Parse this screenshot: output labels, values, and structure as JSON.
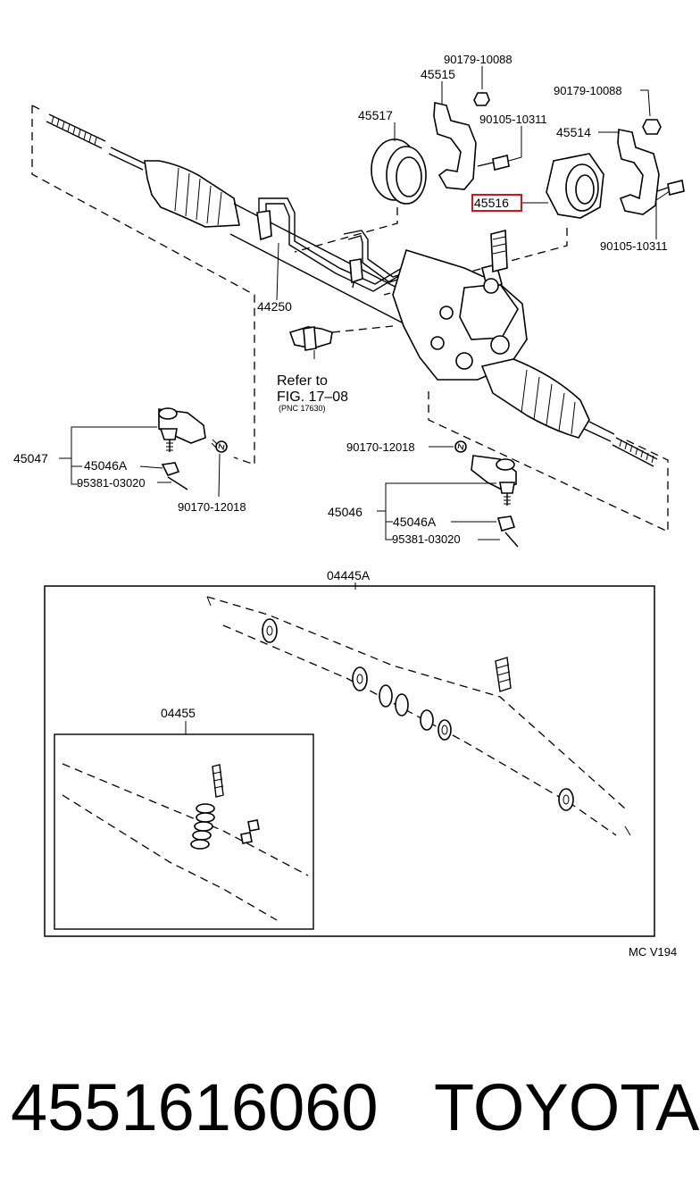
{
  "labels": {
    "l_90179_10088_a": "90179-10088",
    "l_45515": "45515",
    "l_90179_10088_b": "90179-10088",
    "l_45517": "45517",
    "l_90105_10311_a": "90105-10311",
    "l_45514": "45514",
    "l_45516": "45516",
    "l_90105_10311_b": "90105-10311",
    "l_44250": "44250",
    "refer_to": "Refer to",
    "fig_ref": "FIG. 17–08",
    "pnc_ref": "(PNC 17630)",
    "l_45047": "45047",
    "l_45046A_left": "45046A",
    "l_95381_left": "95381-03020",
    "l_90170_left": "90170-12018",
    "l_90170_right": "90170-12018",
    "l_45046": "45046",
    "l_45046A_right": "45046A",
    "l_95381_right": "95381-03020",
    "l_04445A": "04445A",
    "l_04455": "04455",
    "drawing_code": "MC V194"
  },
  "highlighted_part": "45516",
  "highlight_color": "#d0161b",
  "part_number": "4551616060",
  "brand": "TOYOTA"
}
